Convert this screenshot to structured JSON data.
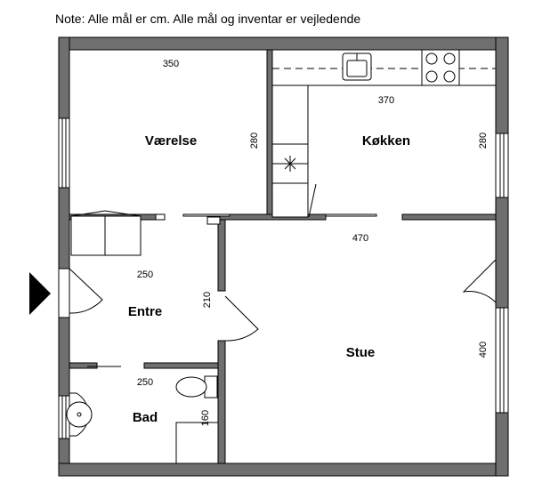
{
  "note": "Note: Alle mål er cm. Alle mål og inventar er vejledende",
  "rooms": {
    "vaerelse": "Værelse",
    "kokken": "Køkken",
    "entre": "Entre",
    "stue": "Stue",
    "bad": "Bad"
  },
  "dimensions": {
    "vaerelse_width": "350",
    "vaerelse_depth": "280",
    "kokken_width": "370",
    "kokken_depth": "280",
    "stue_width": "470",
    "stue_depth": "400",
    "entre_width": "250",
    "entre_depth": "210",
    "bad_width": "250",
    "bad_depth": "160"
  },
  "colors": {
    "wall": "#6f6f6f",
    "line": "#000000",
    "background": "#ffffff"
  }
}
